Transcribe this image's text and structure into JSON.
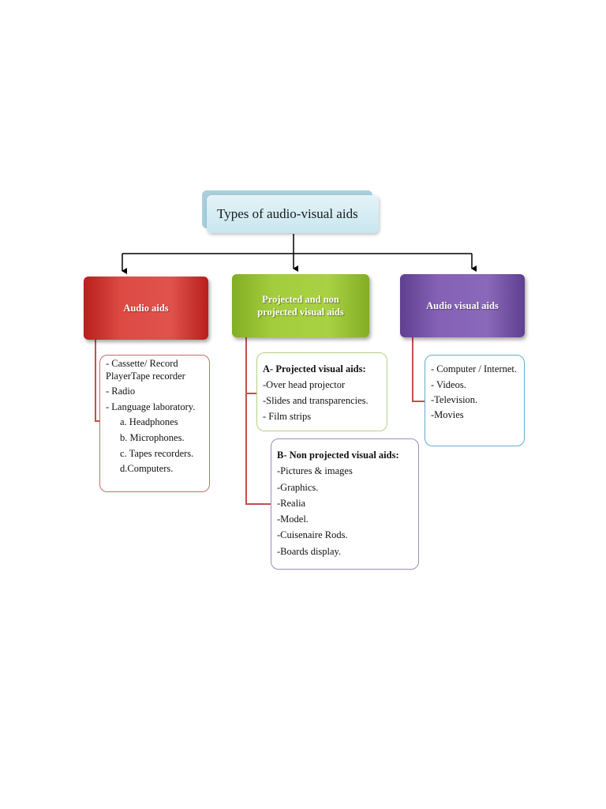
{
  "title": "Types of audio-visual aids",
  "categories": {
    "audio": {
      "label": "Audio aids",
      "color": "#dd4a44",
      "items": [
        "- Cassette/ Record PlayerTape recorder",
        "- Radio",
        "- Language laboratory."
      ],
      "sub_items": [
        "a. Headphones",
        "b. Microphones.",
        "c. Tapes recorders.",
        "d.Computers."
      ]
    },
    "projected": {
      "label_line1": "Projected and non",
      "label_line2": "projected visual aids",
      "color": "#a4cd3d",
      "projected_group": {
        "heading": "A- Projected visual aids:",
        "items": [
          "-Over head projector",
          "-Slides and transparencies.",
          "- Film strips"
        ]
      },
      "non_projected_group": {
        "heading": "B- Non projected visual aids:",
        "items": [
          "-Pictures & images",
          "-Graphics.",
          "-Realia",
          "-Model.",
          "-Cuisenaire Rods.",
          "-Boards display."
        ]
      }
    },
    "audio_visual": {
      "label": "Audio visual aids",
      "color": "#8461b5",
      "items": [
        "- Computer / Internet.",
        "- Videos.",
        "-Television.",
        "-Movies"
      ]
    }
  }
}
